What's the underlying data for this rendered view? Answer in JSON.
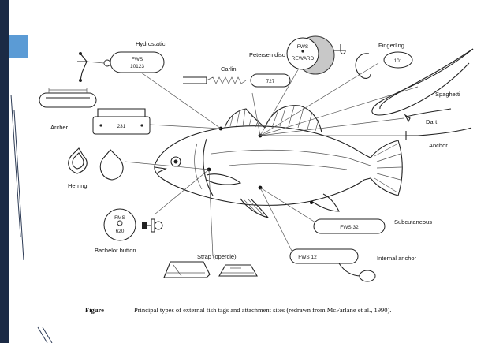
{
  "slide": {
    "accent_color": "#1b2a45",
    "square_color": "#5b9bd5"
  },
  "tags": {
    "hydrostatic": {
      "label": "Hydrostatic",
      "text_line1": "FWS",
      "text_line2": "10123"
    },
    "petersen": {
      "label": "Petersen disc",
      "text_line1": "FWS",
      "text_line2": "REWARD"
    },
    "fingerling": {
      "label": "Fingerling",
      "text": "101"
    },
    "carlin": {
      "label": "Carlin",
      "text": "727"
    },
    "spaghetti": {
      "label": "Spaghetti"
    },
    "dart": {
      "label": "Dart"
    },
    "anchor": {
      "label": "Anchor"
    },
    "archer": {
      "label": "Archer",
      "text": "231"
    },
    "herring": {
      "label": "Herring"
    },
    "bachelor": {
      "label": "Bachelor button",
      "text_line1": "FMS",
      "text_line2": "620"
    },
    "subcutaneous": {
      "label": "Subcutaneous",
      "text": "FWS 32"
    },
    "internal_anchor": {
      "label": "Internal anchor",
      "text": "FWS 12"
    },
    "strap": {
      "label": "Strap (opercle)"
    }
  },
  "caption": {
    "figure": "Figure",
    "text": "Principal types of external fish tags and attachment sites  (redrawn from McFarlane et al., 1990)."
  }
}
